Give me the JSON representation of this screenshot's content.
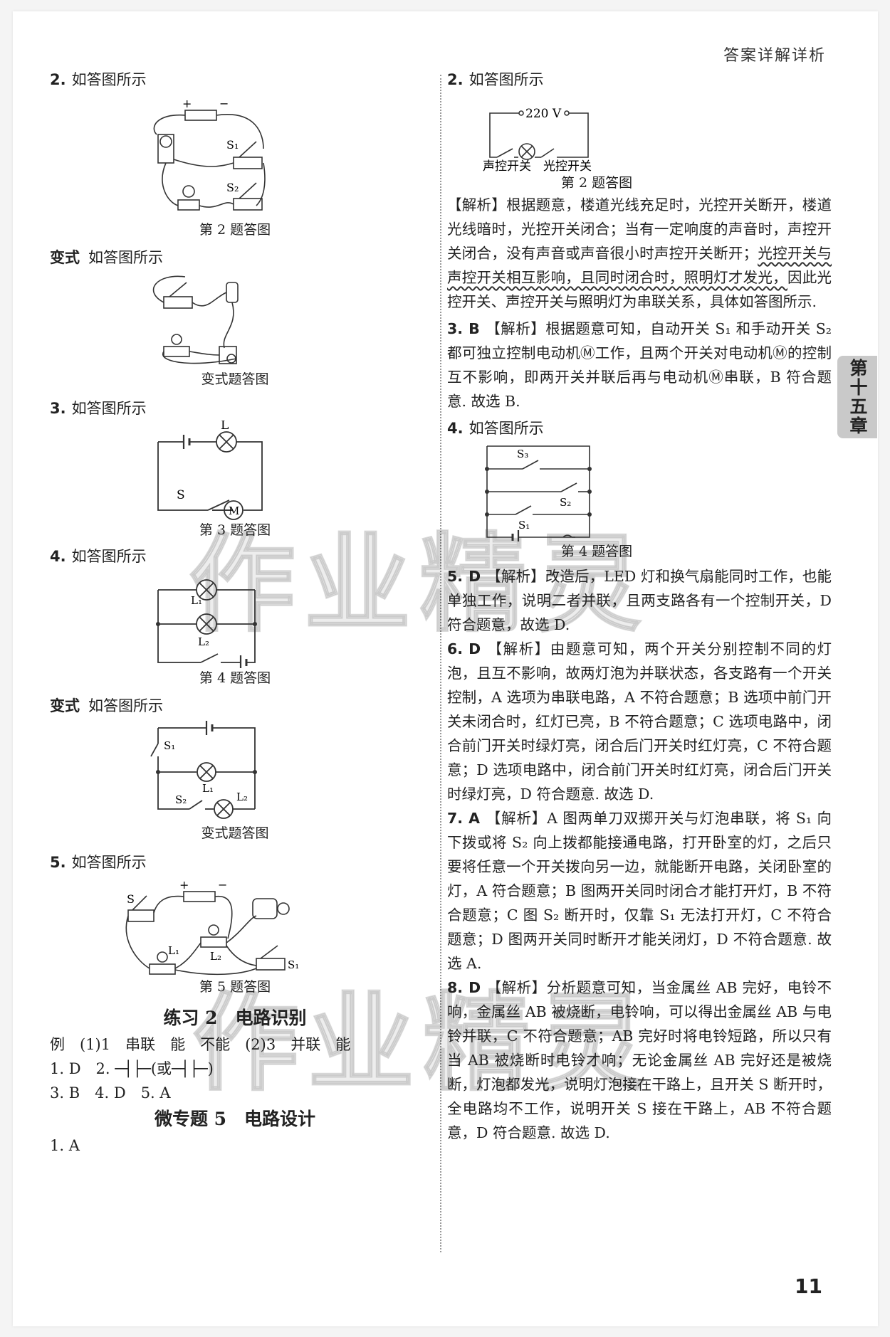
{
  "header": "答案详解详析",
  "chapter_tab": "第十五章",
  "page_number": "11",
  "watermark": "作业精灵",
  "left": {
    "q2": {
      "num": "2.",
      "text": "如答图所示",
      "caption": "第 2 题答图",
      "labels": {
        "plus": "+",
        "minus": "−",
        "s1": "S₁",
        "s2": "S₂"
      }
    },
    "variant1": {
      "tag": "变式",
      "text": "如答图所示",
      "caption": "变式题答图"
    },
    "q3": {
      "num": "3.",
      "text": "如答图所示",
      "caption": "第 3 题答图",
      "labels": {
        "l": "L",
        "s": "S",
        "m": "M"
      }
    },
    "q4": {
      "num": "4.",
      "text": "如答图所示",
      "caption": "第 4 题答图",
      "labels": {
        "l1": "L₁",
        "l2": "L₂"
      }
    },
    "variant2": {
      "tag": "变式",
      "text": "如答图所示",
      "caption": "变式题答图",
      "labels": {
        "s1": "S₁",
        "s2": "S₂",
        "l1": "L₁",
        "l2": "L₂"
      }
    },
    "q5": {
      "num": "5.",
      "text": "如答图所示",
      "caption": "第 5 题答图",
      "labels": {
        "s": "S",
        "s1": "S₁",
        "l1": "L₁",
        "l2": "L₂",
        "plus": "+",
        "minus": "−"
      }
    },
    "practice2": {
      "title": "练习 2　电路识别",
      "example": "例　(1)1　串联　能　不能　(2)3　并联　能",
      "row1": "1. D　2. ─┤├─(或─┤├─)",
      "row2": "3. B　4. D　5. A"
    },
    "topic5": {
      "title": "微专题 5　电路设计",
      "row1": "1. A"
    }
  },
  "right": {
    "q2": {
      "num": "2.",
      "text": "如答图所示",
      "voltage": "220 V",
      "switch1": "声控开关",
      "switch2": "光控开关",
      "caption": "第 2 题答图",
      "analysis_pre": "【解析】根据题意，楼道光线充足时，光控开关断开，楼道光线暗时，光控开关闭合；当有一定响度的声音时，声控开关闭合，没有声音或声音很小时声控开关断开；",
      "analysis_wavy": "光控开关与声控开关相互影响，且同时闭合时，照明灯才发光，",
      "analysis_post": "因此光控开关、声控开关与照明灯为串联关系，具体如答图所示."
    },
    "q3": {
      "num": "3.",
      "ans": "B",
      "text": "【解析】根据题意可知，自动开关 S₁ 和手动开关 S₂ 都可独立控制电动机Ⓜ工作，且两个开关对电动机Ⓜ的控制互不影响，即两开关并联后再与电动机Ⓜ串联，B 符合题意. 故选 B."
    },
    "q4": {
      "num": "4.",
      "text": "如答图所示",
      "caption": "第 4 题答图",
      "labels": {
        "s1": "S₁",
        "s2": "S₂",
        "s3": "S₃"
      }
    },
    "q5": {
      "num": "5.",
      "ans": "D",
      "text": "【解析】改造后，LED 灯和换气扇能同时工作，也能单独工作，说明二者并联，且两支路各有一个控制开关，D 符合题意，故选 D."
    },
    "q6": {
      "num": "6.",
      "ans": "D",
      "text": "【解析】由题意可知，两个开关分别控制不同的灯泡，且互不影响，故两灯泡为并联状态，各支路有一个开关控制，A 选项为串联电路，A 不符合题意；B 选项中前门开关未闭合时，红灯已亮，B 不符合题意；C 选项电路中，闭合前门开关时绿灯亮，闭合后门开关时红灯亮，C 不符合题意；D 选项电路中，闭合前门开关时红灯亮，闭合后门开关时绿灯亮，D 符合题意. 故选 D."
    },
    "q7": {
      "num": "7.",
      "ans": "A",
      "text": "【解析】A 图两单刀双掷开关与灯泡串联，将 S₁ 向下拨或将 S₂ 向上拨都能接通电路，打开卧室的灯，之后只要将任意一个开关拨向另一边，就能断开电路，关闭卧室的灯，A 符合题意；B 图两开关同时闭合才能打开灯，B 不符合题意；C 图 S₂ 断开时，仅靠 S₁ 无法打开灯，C 不符合题意；D 图两开关同时断开才能关闭灯，D 不符合题意. 故选 A."
    },
    "q8": {
      "num": "8.",
      "ans": "D",
      "text": "【解析】分析题意可知，当金属丝 AB 完好，电铃不响，金属丝 AB 被烧断，电铃响，可以得出金属丝 AB 与电铃并联，C 不符合题意；AB 完好时将电铃短路，所以只有当 AB 被烧断时电铃才响；无论金属丝 AB 完好还是被烧断，灯泡都发光，说明灯泡接在干路上，且开关 S 断开时，全电路均不工作，说明开关 S 接在干路上，AB 不符合题意，D 符合题意. 故选 D."
    }
  }
}
